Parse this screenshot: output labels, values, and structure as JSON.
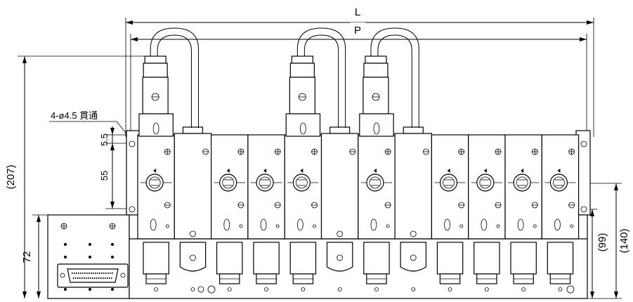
{
  "dimensions": {
    "L": "L",
    "P": "P",
    "hole_note": "4-ø4.5 貫通",
    "d_5_5": "5.5",
    "d_55": "55",
    "d_207": "(207)",
    "d_72": "72",
    "d_140": "(140)",
    "d_99": "(99)"
  },
  "valves": {
    "count": 12,
    "piped_stations": [
      1,
      5,
      7
    ]
  }
}
